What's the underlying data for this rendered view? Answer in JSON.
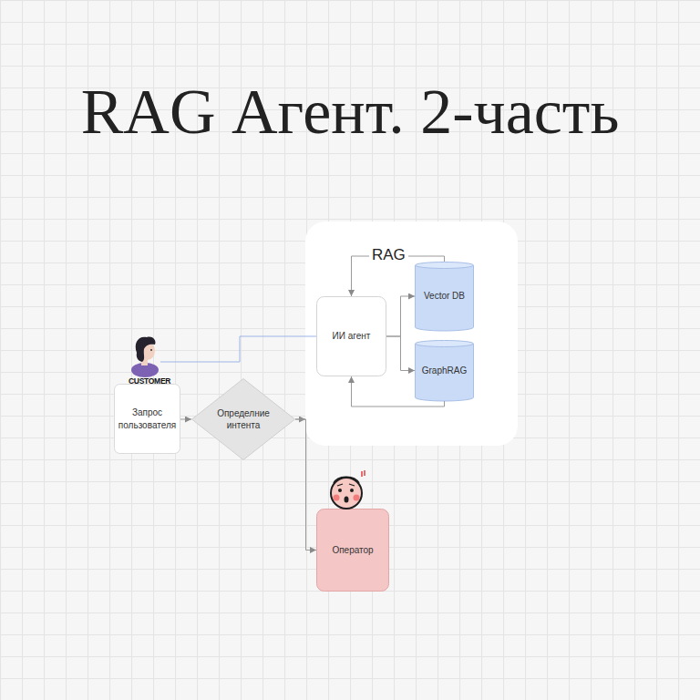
{
  "diagram": {
    "title": "RAG Агент. 2-часть",
    "nodes": [
      {
        "text": [
          "RAG"
        ]
      },
      {
        "text": [
          "ИИ агент"
        ],
        "in": 0
      },
      {
        "text": [
          "Vector DB"
        ],
        "in": 0
      },
      {
        "text": [
          "GraphRAG"
        ],
        "in": 0
      },
      {
        "text": [
          "Запрос пользователя"
        ]
      },
      {
        "text": [
          "Определние интента"
        ]
      },
      {
        "text": [
          "Оператор"
        ]
      }
    ],
    "edges": [
      {
        "from": 4,
        "to": 5,
        "arrow": "to"
      },
      {
        "from": 5,
        "to": 0,
        "arrow": "to"
      },
      {
        "from": 5,
        "to": 6,
        "arrow": "to"
      },
      {
        "from": 1,
        "to": 2,
        "arrow": "to"
      },
      {
        "from": 1,
        "to": 3,
        "arrow": "to"
      },
      {
        "from": 2,
        "to": 1,
        "arrow": "to"
      },
      {
        "from": 3,
        "to": 1,
        "arrow": "to"
      }
    ],
    "labels": [
      "CUSTOMER"
    ]
  }
}
